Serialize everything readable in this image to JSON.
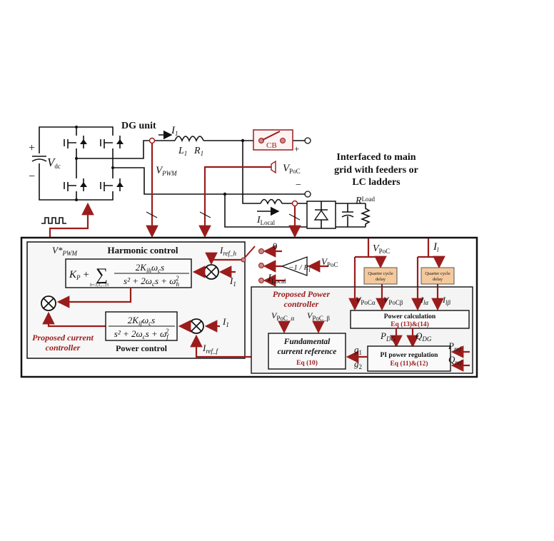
{
  "circuit": {
    "title": "DG unit",
    "i1": {
      "m": "I",
      "s": "1"
    },
    "l1": {
      "m": "L",
      "s": "1"
    },
    "r1": {
      "m": "R",
      "s": "1"
    },
    "vdc": {
      "m": "V",
      "s": "dc"
    },
    "plus": "+",
    "minus": "−",
    "vpwm": {
      "m": "V",
      "s": "PWM"
    },
    "cb": "CB",
    "vpoc": {
      "m": "V",
      "s": "PoC"
    },
    "ilocal": {
      "m": "I",
      "s": "Local"
    },
    "rload": {
      "m": "R",
      "s": "Load"
    },
    "grid_note": [
      "Interfaced to main",
      "grid with feeders or",
      "LC ladders"
    ]
  },
  "current_controller": {
    "vpwm_star": {
      "m": "V*",
      "s": "PWM"
    },
    "harmonic_title": "Harmonic control",
    "harmonic_formula": {
      "prefix": "K",
      "prefix_sub": "P",
      "plus": "+",
      "sigma": "∑",
      "range": "h=3,5,...15",
      "numerator": "2K",
      "num_sub": "ih",
      "num_rest": "ω",
      "num_rest_sub": "c",
      "num_s": "s",
      "denominator": "s² + 2ω",
      "den_sub": "c",
      "den_rest": "s + ω",
      "den_last_sub": "h",
      "den_sq": "2"
    },
    "iref_h": {
      "m": "I",
      "s": "ref_h"
    },
    "i1_a": {
      "m": "I",
      "s": "1"
    },
    "i1_b": {
      "m": "I",
      "s": "1"
    },
    "power_formula": {
      "numerator": "2K",
      "num_sub": "if",
      "num_rest": "ω",
      "num_rest_sub": "c",
      "num_s": "s",
      "denominator": "s² + 2ω",
      "den_sub": "c",
      "den_rest": "s + ω",
      "den_last_sub": "f",
      "den_sq": "2"
    },
    "power_title": "Power control",
    "iref_f": {
      "m": "I",
      "s": "ref_f"
    },
    "label": [
      "Proposed current",
      "controller"
    ]
  },
  "switch_inputs": {
    "zero": "0",
    "gain": "−1 / R",
    "gain_sub": "l",
    "vpoc": {
      "m": "V",
      "s": "PoC"
    },
    "ilocal": {
      "m": "I",
      "s": "Local"
    }
  },
  "power_controller": {
    "label": [
      "Proposed Power",
      "controller"
    ],
    "vpoc_in": {
      "m": "V",
      "s": "PoC"
    },
    "il_in": {
      "m": "I",
      "s": "l"
    },
    "delay1": [
      "Quarter cycle",
      "delay"
    ],
    "delay2": [
      "Quarter cycle",
      "delay"
    ],
    "vpoc_alpha": {
      "m": "V",
      "s": "PoCα"
    },
    "vpoc_beta": {
      "m": "V",
      "s": "PoCβ"
    },
    "il_alpha": {
      "m": "I",
      "s": "lα"
    },
    "il_beta": {
      "m": "I",
      "s": "lβ"
    },
    "power_calc": {
      "title": "Power calculation",
      "eq": "Eq (13)&(14)"
    },
    "pdg": {
      "m": "P",
      "s": "DG"
    },
    "qdg": {
      "m": "Q",
      "s": "DG"
    },
    "pref": {
      "m": "P",
      "s": "ref"
    },
    "qref": {
      "m": "Q",
      "s": "ref"
    },
    "pi": {
      "title": "PI power regulation",
      "eq": "Eq (11)&(12)"
    },
    "g1": {
      "m": "g",
      "s": "1"
    },
    "g2": {
      "m": "g",
      "s": "2"
    },
    "fvpoc_a": {
      "m": "V",
      "s": "PoC_α"
    },
    "fvpoc_b": {
      "m": "V",
      "s": "PoC_β"
    },
    "fund": {
      "line1": "Fundamental",
      "line2": "current reference",
      "eq": "Eq (10)"
    }
  }
}
